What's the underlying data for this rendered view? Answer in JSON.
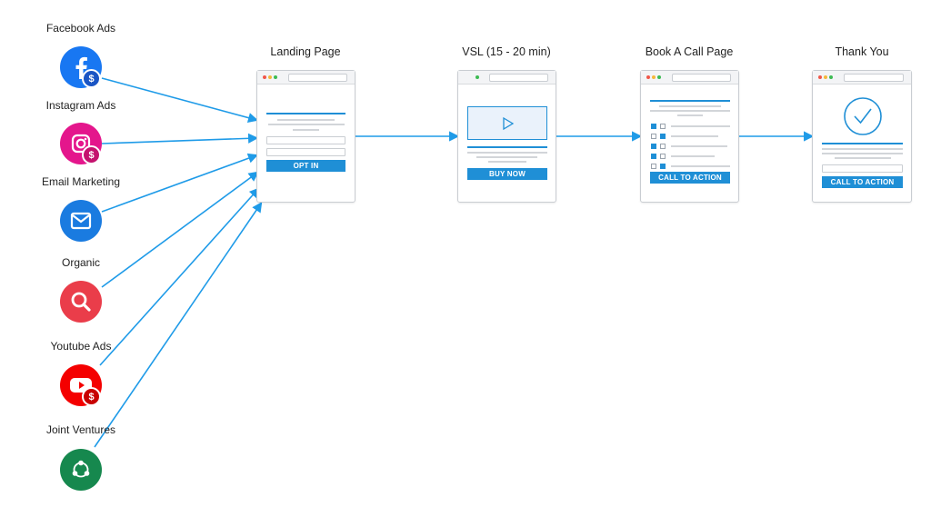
{
  "sources": [
    {
      "label": "Facebook Ads",
      "icon": "facebook-icon",
      "color": "#1877f2",
      "paid": true
    },
    {
      "label": "Instagram Ads",
      "icon": "instagram-icon",
      "color": "#e4168c",
      "paid": true
    },
    {
      "label": "Email Marketing",
      "icon": "email-icon",
      "color": "#1a7be0",
      "paid": false
    },
    {
      "label": "Organic",
      "icon": "search-icon",
      "color": "#ea3d4a",
      "paid": false
    },
    {
      "label": "Youtube Ads",
      "icon": "youtube-icon",
      "color": "#f40000",
      "paid": true
    },
    {
      "label": "Joint Ventures",
      "icon": "share-icon",
      "color": "#16884e",
      "paid": false
    }
  ],
  "badge_symbol": "$",
  "stages": [
    {
      "label": "Landing Page",
      "button": "OPT IN"
    },
    {
      "label": "VSL (15 - 20 min)",
      "button": "BUY NOW"
    },
    {
      "label": "Book A Call Page",
      "button": "CALL TO ACTION"
    },
    {
      "label": "Thank You",
      "button": "CALL TO ACTION"
    }
  ],
  "colors": {
    "arrow": "#1f9be8",
    "accent": "#1f8fd6",
    "badge": "#1a55c4"
  }
}
